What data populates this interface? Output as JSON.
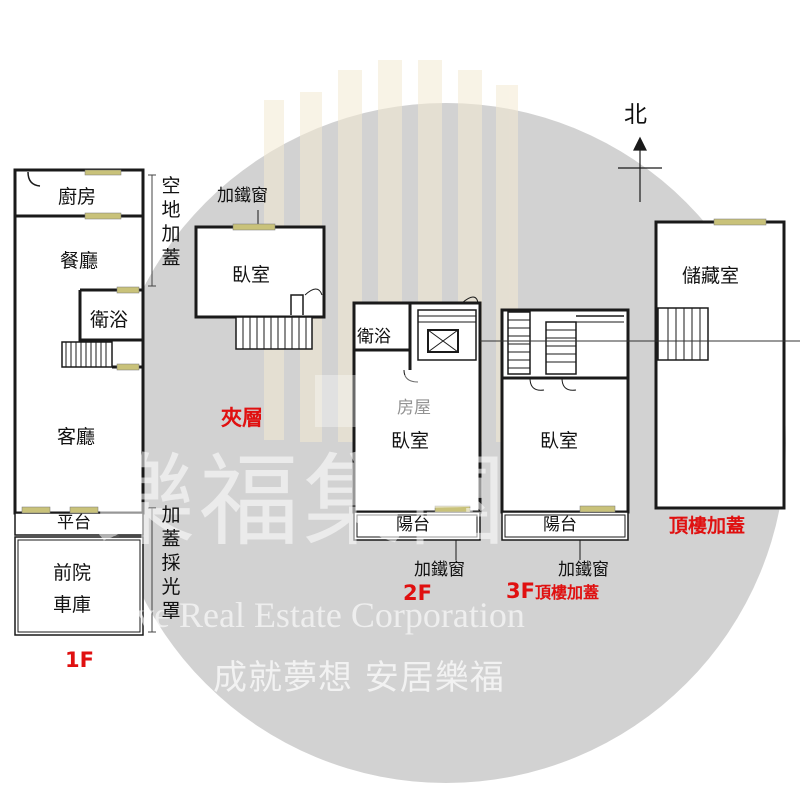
{
  "watermark": {
    "company_cn": "樂福集團",
    "company_en": "Love Real Estate Corporation",
    "slogan": "成就夢想 安居樂福",
    "small_text": "房屋"
  },
  "compass": {
    "north_label": "北"
  },
  "floors": {
    "f1": {
      "floor_label": "1F",
      "rooms": {
        "kitchen": "廚房",
        "dining": "餐廳",
        "bathroom": "衛浴",
        "living": "客廳",
        "platform": "平台",
        "front_yard": "前院",
        "garage": "車庫"
      },
      "side_notes": {
        "open_space": [
          "空",
          "地",
          "加",
          "蓋"
        ],
        "skylight": [
          "加",
          "蓋",
          "採",
          "光",
          "罩"
        ]
      }
    },
    "mezzanine": {
      "floor_label": "夾層",
      "window_note": "加鐵窗",
      "rooms": {
        "bedroom": "臥室"
      }
    },
    "f2": {
      "floor_label": "2F",
      "window_note": "加鐵窗",
      "rooms": {
        "bathroom": "衛浴",
        "bedroom": "臥室",
        "balcony": "陽台"
      }
    },
    "f3": {
      "floor_label_prefix": "3F",
      "floor_label_suffix": "頂樓加蓋",
      "window_note": "加鐵窗",
      "rooms": {
        "bedroom": "臥室",
        "balcony": "陽台"
      }
    },
    "roof": {
      "floor_label": "頂樓加蓋",
      "rooms": {
        "storage": "儲藏室"
      }
    }
  },
  "colors": {
    "wall": "#1a1a1a",
    "window": "#c9c27a",
    "floor_label_red": "#e01010",
    "circle_bg": "#d2d2d2"
  }
}
